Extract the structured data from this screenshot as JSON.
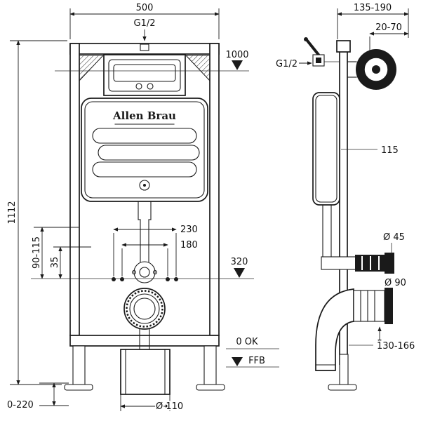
{
  "drawing": {
    "brand": "Allen Brau",
    "front": {
      "width": "500",
      "inlet": "G1/2",
      "height": "1112",
      "level_top": "1000",
      "bolt_span_outer": "230",
      "bolt_span_inner": "180",
      "range_90_115": "90-115",
      "offset_35": "35",
      "level_mid": "320",
      "level_zero": "0 OK",
      "floor": "FFB",
      "foot_range": "0-220",
      "drain_dia": "Ø 110"
    },
    "side": {
      "depth": "135-190",
      "plate_depth": "20-70",
      "inlet": "G1/2",
      "cistern_depth": "115",
      "flush_dia": "Ø 45",
      "outlet_dia": "Ø 90",
      "outlet_height": "130-166"
    }
  }
}
